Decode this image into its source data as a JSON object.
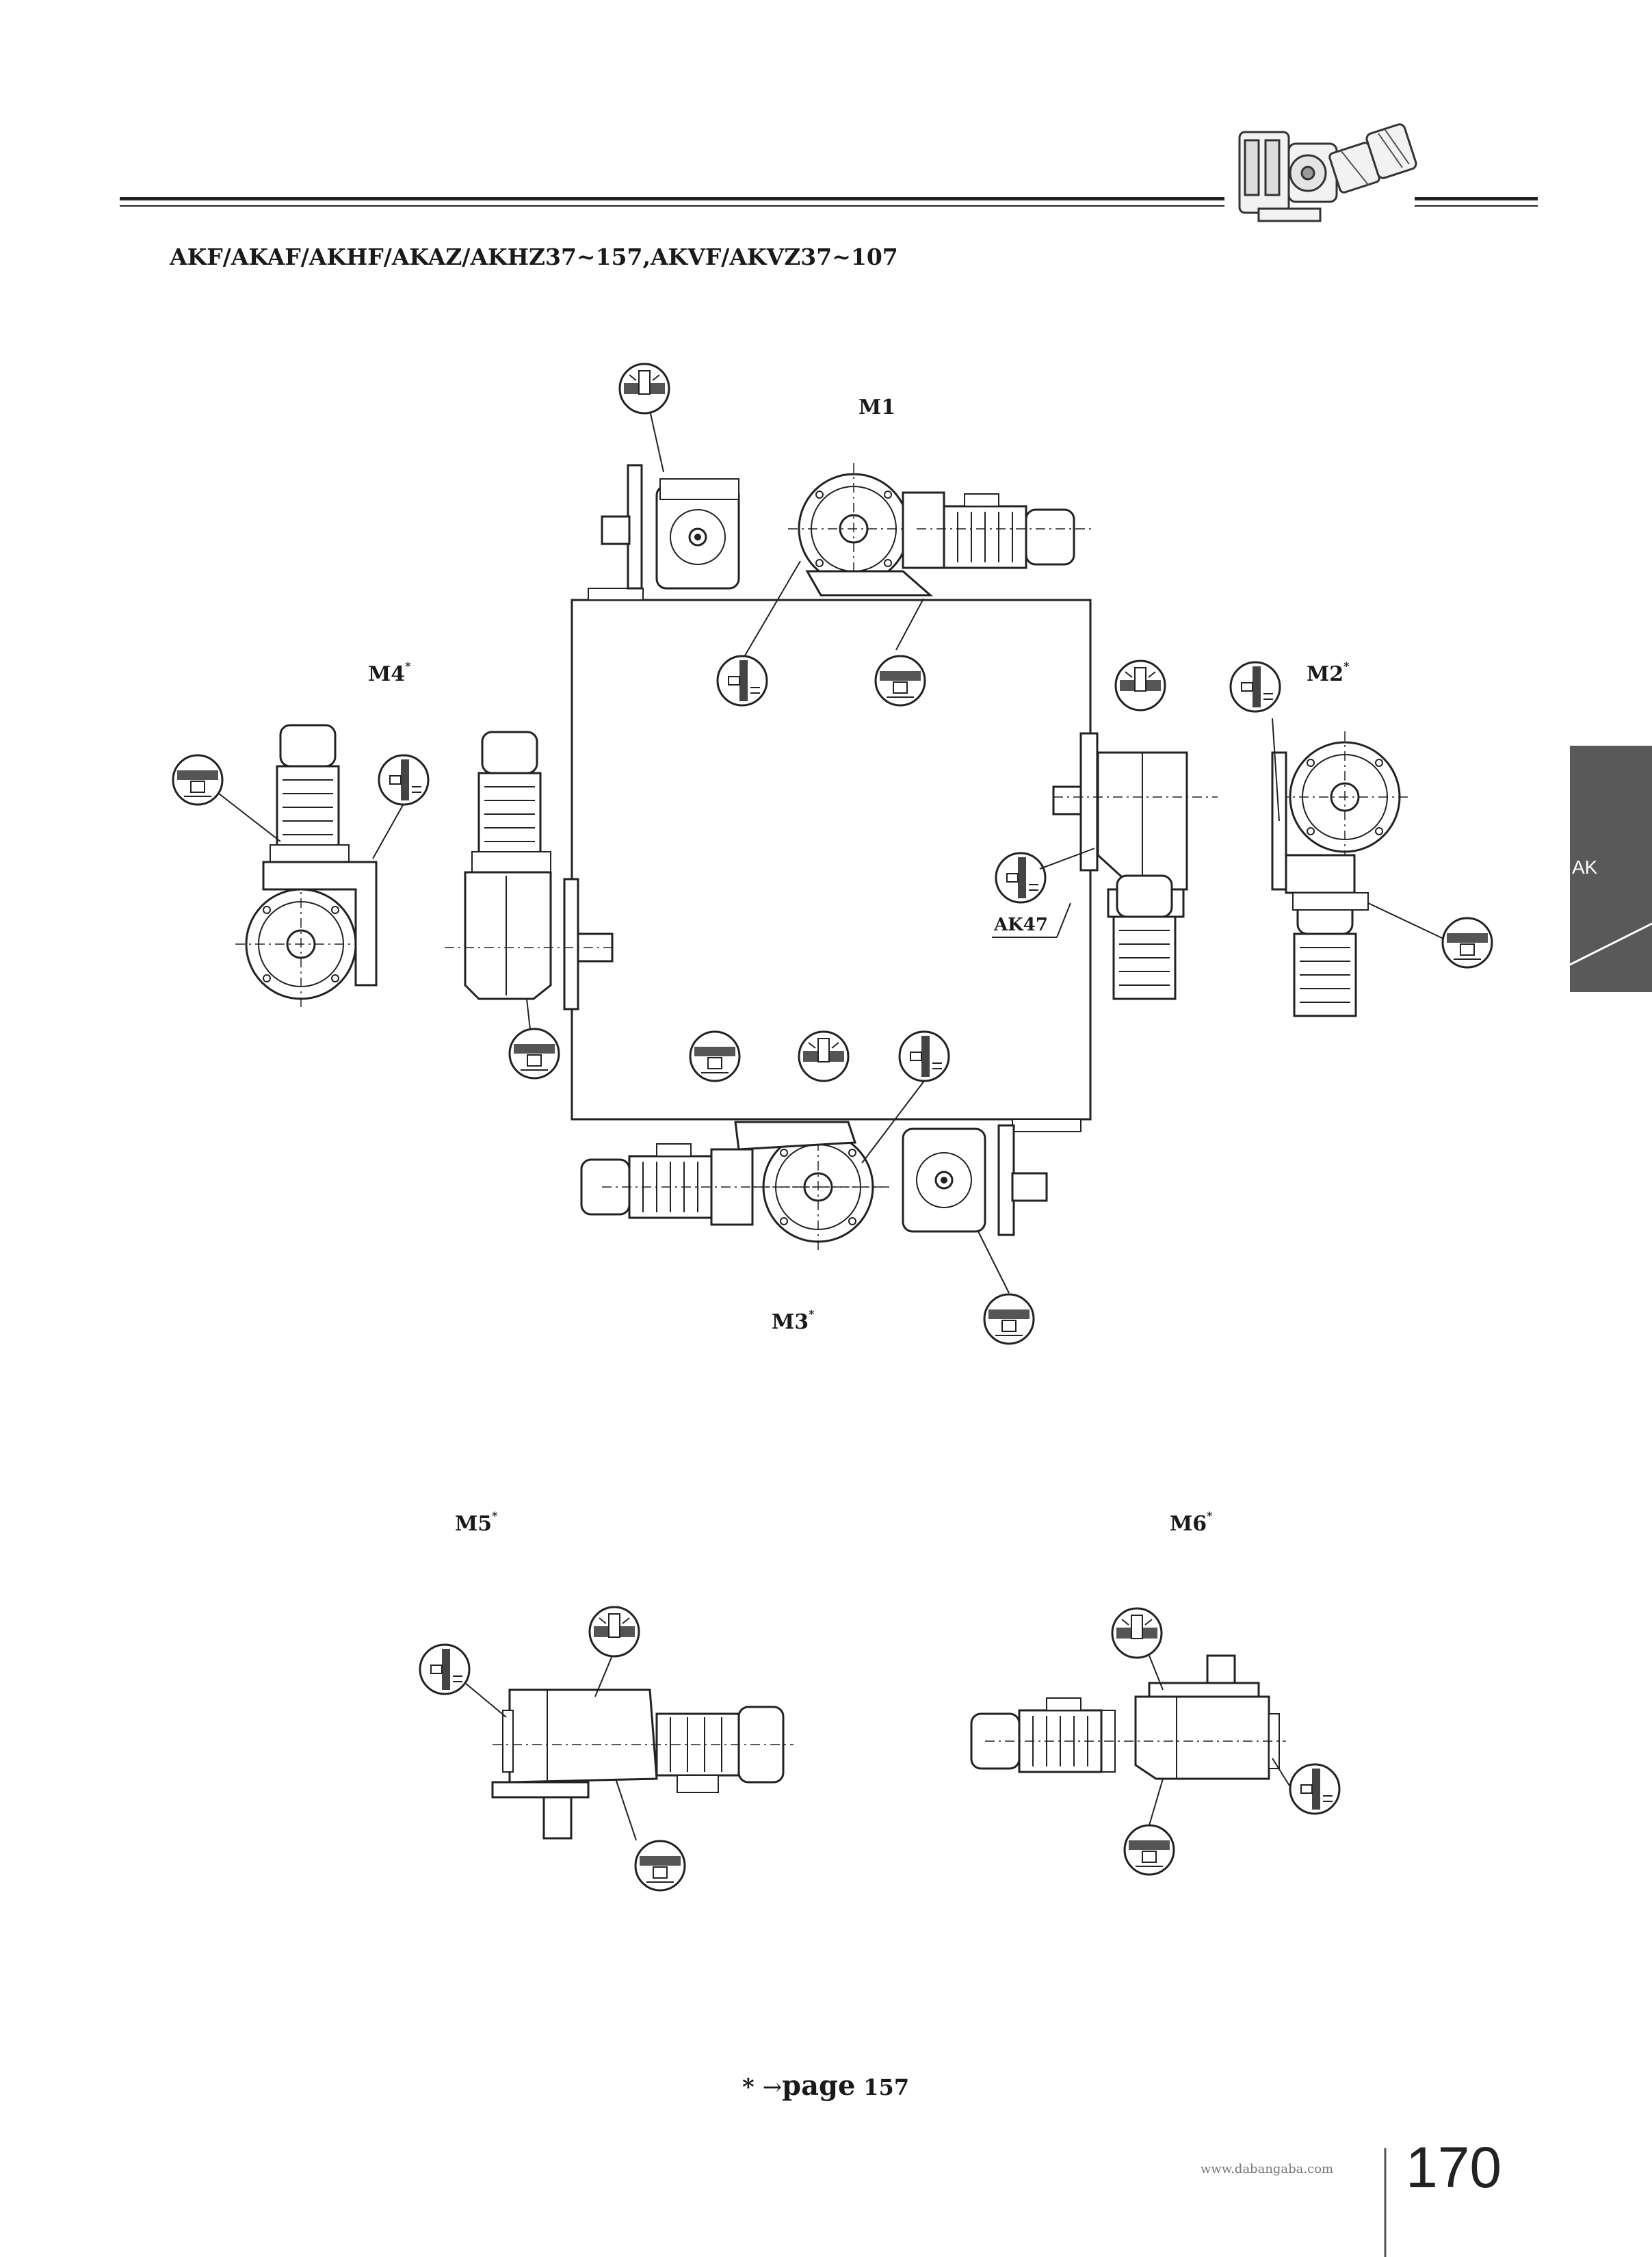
{
  "header": {
    "title": "AKF/AKAF/AKHF/AKAZ/AKHZ37~157,AKVF/AKVZ37~107"
  },
  "side_tab": {
    "label": "AK"
  },
  "positions": {
    "m1": {
      "label": "M1",
      "mark": ""
    },
    "m2": {
      "label": "M2",
      "mark": "*"
    },
    "m3": {
      "label": "M3",
      "mark": "*"
    },
    "m4": {
      "label": "M4",
      "mark": "*"
    },
    "m5": {
      "label": "M5",
      "mark": "*"
    },
    "m6": {
      "label": "M6",
      "mark": "*"
    }
  },
  "callout": {
    "ak47": "AK47"
  },
  "footer": {
    "star": "*",
    "arrow": "→",
    "page_word": "page",
    "page_ref": "157",
    "website": "www.dabangaba.com",
    "page_number": "170"
  },
  "icons": {
    "header_gearmotor": "gearmotor-illustration-icon",
    "oil_plug": "oil-plug-symbol-icon",
    "vent": "breather-vent-symbol-icon",
    "drain": "drain-plug-symbol-icon"
  },
  "colors": {
    "line": "#222222",
    "tab": "#595959"
  }
}
